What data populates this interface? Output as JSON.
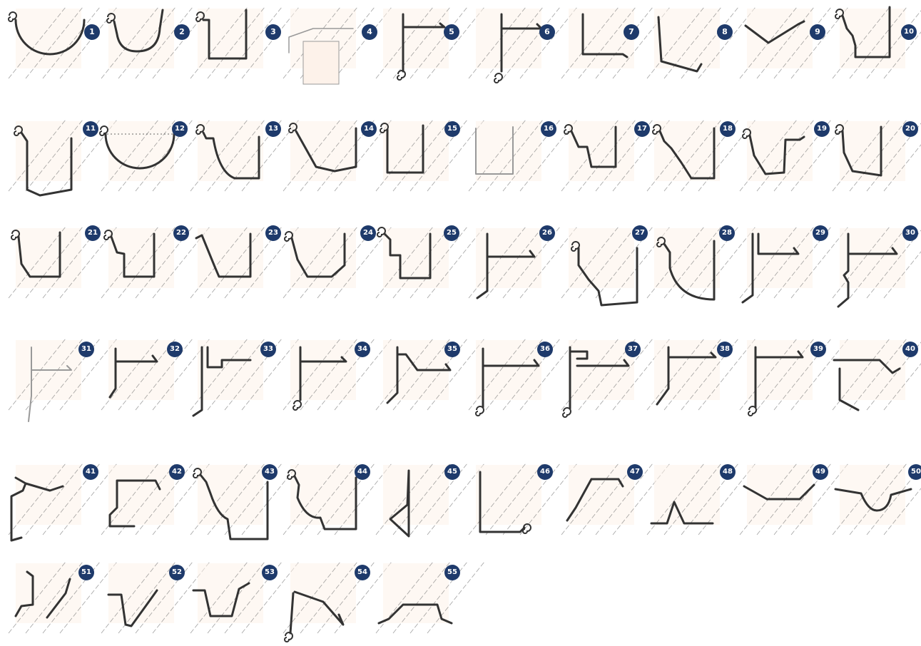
{
  "badge_color": "#1e3a6b",
  "profile_line_color": "#333333",
  "fill_color": "#fdf2ea",
  "profiles": [
    {
      "number": "1",
      "shape": "half-round-bead"
    },
    {
      "number": "2",
      "shape": "half-round-deep-bead"
    },
    {
      "number": "3",
      "shape": "box-bead"
    },
    {
      "number": "4",
      "shape": "box-3d-light"
    },
    {
      "number": "5",
      "shape": "fascia-bead-bottom"
    },
    {
      "number": "6",
      "shape": "fascia-bead-bottom-deep"
    },
    {
      "number": "7",
      "shape": "box-square"
    },
    {
      "number": "8",
      "shape": "box-slanted-bottom"
    },
    {
      "number": "9",
      "shape": "v-shallow"
    },
    {
      "number": "10",
      "shape": "ogee-bead-stepped"
    },
    {
      "number": "11",
      "shape": "box-deep-slanted"
    },
    {
      "number": "12",
      "shape": "half-round-dotted"
    },
    {
      "number": "13",
      "shape": "ogee-bead"
    },
    {
      "number": "14",
      "shape": "trapezoid-bead"
    },
    {
      "number": "15",
      "shape": "box-bead-narrow"
    },
    {
      "number": "16",
      "shape": "box-light"
    },
    {
      "number": "17",
      "shape": "k-style-bead"
    },
    {
      "number": "18",
      "shape": "ogee-stepped-deep"
    },
    {
      "number": "19",
      "shape": "stepped-hook"
    },
    {
      "number": "20",
      "shape": "tapered-bead"
    },
    {
      "number": "21",
      "shape": "box-chamfer-bead"
    },
    {
      "number": "22",
      "shape": "k-style-step"
    },
    {
      "number": "23",
      "shape": "trapezoid-lip"
    },
    {
      "number": "24",
      "shape": "octagon-bead"
    },
    {
      "number": "25",
      "shape": "box-small-step"
    },
    {
      "number": "26",
      "shape": "fascia-hook-bottom"
    },
    {
      "number": "27",
      "shape": "ogee-stepped-large"
    },
    {
      "number": "28",
      "shape": "round-bottom-bead"
    },
    {
      "number": "29",
      "shape": "fascia-double"
    },
    {
      "number": "30",
      "shape": "fascia-notched"
    },
    {
      "number": "31",
      "shape": "fascia-light"
    },
    {
      "number": "32",
      "shape": "fascia-short"
    },
    {
      "number": "33",
      "shape": "fascia-stepped"
    },
    {
      "number": "34",
      "shape": "fascia-bead-end"
    },
    {
      "number": "35",
      "shape": "fascia-kink"
    },
    {
      "number": "36",
      "shape": "fascia-curl"
    },
    {
      "number": "37",
      "shape": "fascia-hem-curl"
    },
    {
      "number": "38",
      "shape": "fascia-plain"
    },
    {
      "number": "39",
      "shape": "fascia-bead-end-2"
    },
    {
      "number": "40",
      "shape": "fascia-wide"
    },
    {
      "number": "41",
      "shape": "fascia-cross"
    },
    {
      "number": "42",
      "shape": "fascia-z"
    },
    {
      "number": "43",
      "shape": "ogee-large"
    },
    {
      "number": "44",
      "shape": "ogee-curve"
    },
    {
      "number": "45",
      "shape": "triangle-v"
    },
    {
      "number": "46",
      "shape": "box-curl-right"
    },
    {
      "number": "47",
      "shape": "drip-edge"
    },
    {
      "number": "48",
      "shape": "ridge"
    },
    {
      "number": "49",
      "shape": "valley-shallow"
    },
    {
      "number": "50",
      "shape": "valley-round"
    },
    {
      "number": "51",
      "shape": "w-box"
    },
    {
      "number": "52",
      "shape": "v-deep"
    },
    {
      "number": "53",
      "shape": "w-channel"
    },
    {
      "number": "54",
      "shape": "hip-curl"
    },
    {
      "number": "55",
      "shape": "hat-channel"
    }
  ]
}
